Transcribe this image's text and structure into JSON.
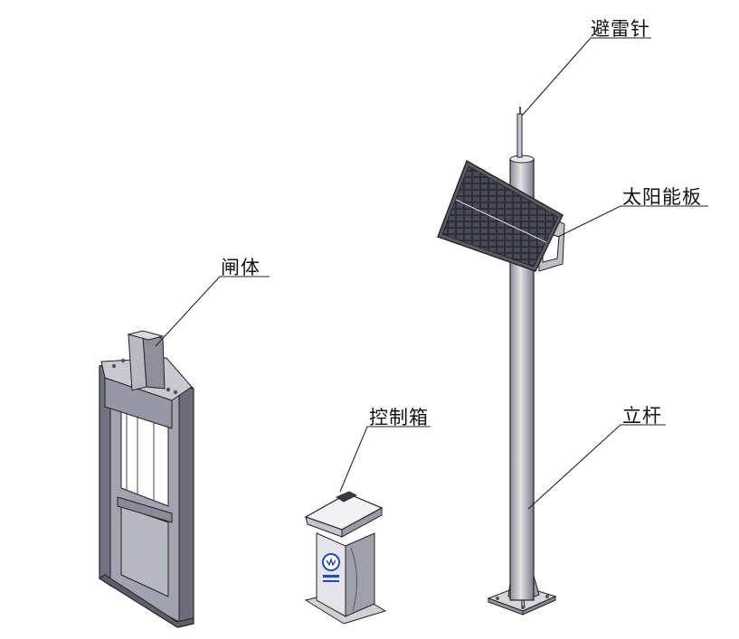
{
  "labels": {
    "lightning_rod": "避雷针",
    "solar_panel": "太阳能板",
    "gate_body": "闸体",
    "control_box": "控制箱",
    "pole": "立杆"
  },
  "colors": {
    "line": "#222222",
    "metal_light": "#d9d9dd",
    "metal_mid": "#a9a9b3",
    "metal_dark": "#6f6f7c",
    "gate_frame": "#8a8a9a",
    "glass": "#bdbdc6",
    "panel_dark": "#3a3a44",
    "logo_blue": "#1f4fa8"
  }
}
